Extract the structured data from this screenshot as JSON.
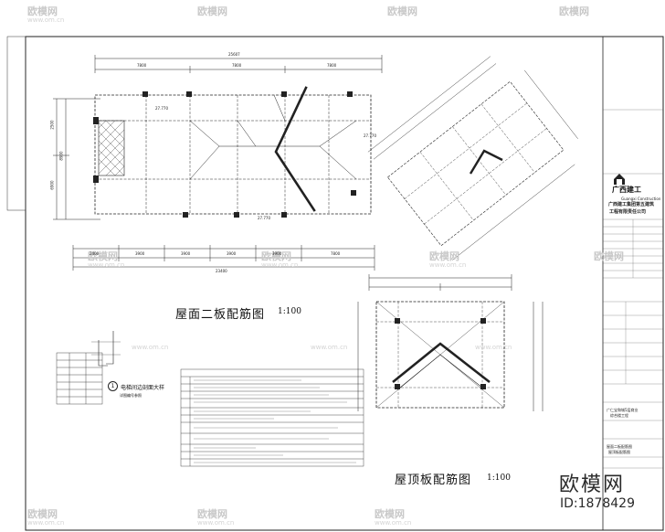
{
  "watermarks": {
    "brand": "欧模网",
    "url": "www.om.cn"
  },
  "drawing_titles": {
    "roof_second_slab": "屋面二板配筋图",
    "roof_second_slab_scale": "1:100",
    "roof_top_slab": "屋顶板配筋图",
    "roof_top_slab_scale": "1:100"
  },
  "detail": {
    "number": "1",
    "title": "电梯间边剖面大样",
    "subtitle": "详图编号参照"
  },
  "title_block": {
    "logo_cn": "广西建工",
    "logo_en": "Guangxi Construction",
    "company_line1": "广西建工集团第五建筑",
    "company_line2": "工程有限责任公司",
    "project_line1": "广仁宝和城5层商业",
    "project_line2": "综合楼工程",
    "drawing_line1": "屋面二板配筋图",
    "drawing_line2": "屋顶板配筋图"
  },
  "brand_overlay": {
    "name": "欧模网",
    "id": "ID:1878429"
  },
  "dimensions": {
    "top_total": "25607",
    "bottom_total": "23400",
    "top_segments": [
      "7800",
      "7800",
      "7800"
    ],
    "bottom_segments": [
      "2400",
      "3900",
      "3900",
      "3900",
      "3900",
      "7800"
    ],
    "left_segments": [
      "2500",
      "6900",
      "8900"
    ],
    "elevations": [
      "27.770",
      "27.770",
      "27.770"
    ]
  }
}
